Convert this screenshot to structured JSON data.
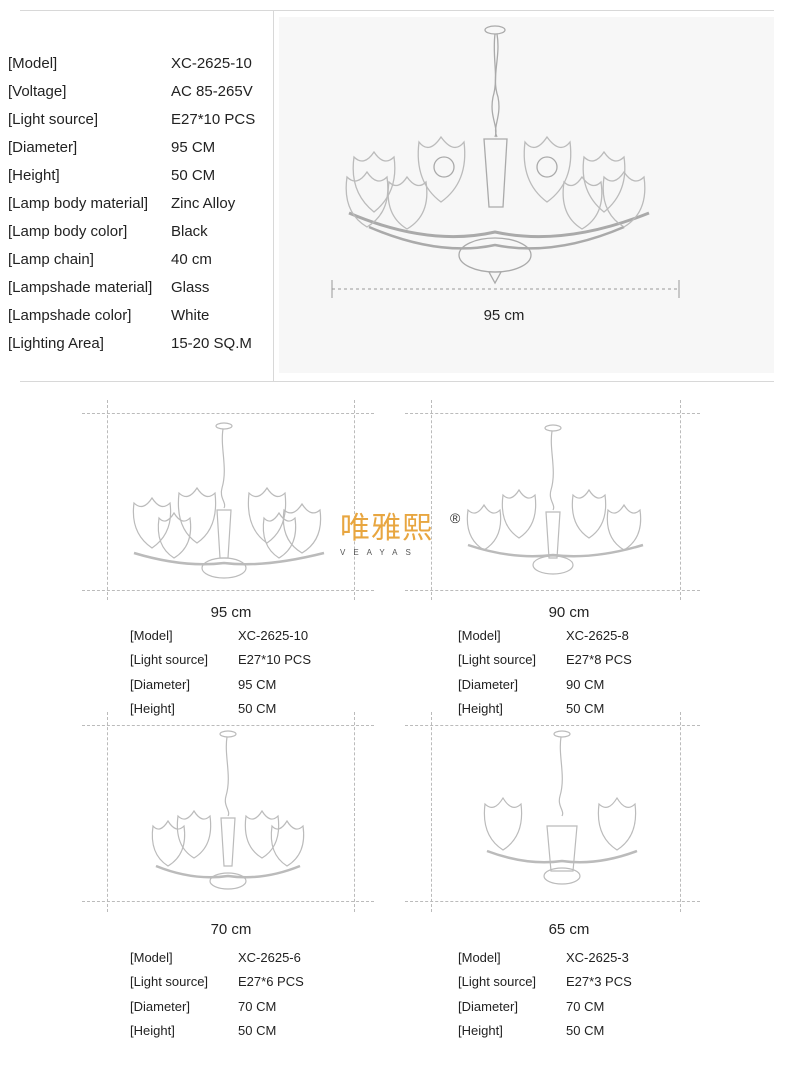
{
  "main_specs": [
    {
      "key": "[Model]",
      "value": "XC-2625-10"
    },
    {
      "key": "[Voltage]",
      "value": "AC 85-265V"
    },
    {
      "key": "[Light source]",
      "value": "E27*10 PCS"
    },
    {
      "key": "[Diameter]",
      "value": "95 CM"
    },
    {
      "key": "[Height]",
      "value": "50 CM"
    },
    {
      "key": "[Lamp body material]",
      "value": "Zinc Alloy"
    },
    {
      "key": "[Lamp body color]",
      "value": "Black"
    },
    {
      "key": "[Lamp chain]",
      "value": "40 cm"
    },
    {
      "key": "[Lampshade material]",
      "value": "Glass"
    },
    {
      "key": "[Lampshade color]",
      "value": "White"
    },
    {
      "key": "[Lighting Area]",
      "value": "15-20 SQ.M"
    }
  ],
  "main_photo": {
    "dimension": "95 cm"
  },
  "logo": {
    "chinese": "唯雅熙",
    "registered": "®",
    "english": "VEAYAS"
  },
  "variants": [
    {
      "dimension": "95 cm",
      "specs": [
        {
          "key": "[Model]",
          "value": "XC-2625-10"
        },
        {
          "key": "[Light source]",
          "value": "E27*10 PCS"
        },
        {
          "key": "[Diameter]",
          "value": "95 CM"
        },
        {
          "key": "[Height]",
          "value": "50 CM"
        }
      ]
    },
    {
      "dimension": "90 cm",
      "specs": [
        {
          "key": "[Model]",
          "value": "XC-2625-8"
        },
        {
          "key": "[Light source]",
          "value": "E27*8 PCS"
        },
        {
          "key": "[Diameter]",
          "value": "90 CM"
        },
        {
          "key": "[Height]",
          "value": "50 CM"
        }
      ]
    },
    {
      "dimension": "70 cm",
      "specs": [
        {
          "key": "[Model]",
          "value": "XC-2625-6"
        },
        {
          "key": "[Light source]",
          "value": "E27*6 PCS"
        },
        {
          "key": "[Diameter]",
          "value": "70 CM"
        },
        {
          "key": "[Height]",
          "value": "50 CM"
        }
      ]
    },
    {
      "dimension": "65 cm",
      "specs": [
        {
          "key": "[Model]",
          "value": "XC-2625-3"
        },
        {
          "key": "[Light source]",
          "value": "E27*3 PCS"
        },
        {
          "key": "[Diameter]",
          "value": "70 CM"
        },
        {
          "key": "[Height]",
          "value": "50 CM"
        }
      ]
    }
  ]
}
